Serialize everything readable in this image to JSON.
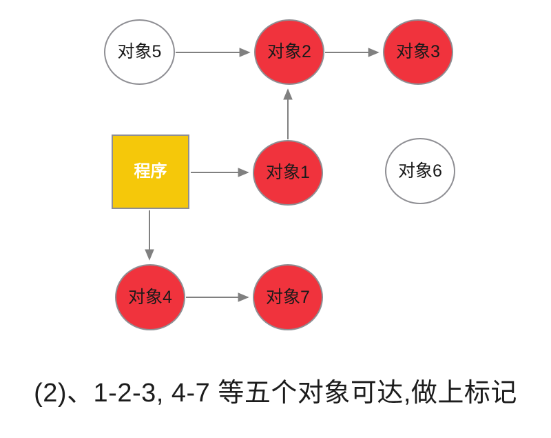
{
  "diagram": {
    "nodes": {
      "obj5": {
        "label": "对象5",
        "state": "unmarked"
      },
      "obj2": {
        "label": "对象2",
        "state": "marked"
      },
      "obj3": {
        "label": "对象3",
        "state": "marked"
      },
      "program": {
        "label": "程序",
        "state": "root"
      },
      "obj1": {
        "label": "对象1",
        "state": "marked"
      },
      "obj6": {
        "label": "对象6",
        "state": "unmarked"
      },
      "obj4": {
        "label": "对象4",
        "state": "marked"
      },
      "obj7": {
        "label": "对象7",
        "state": "marked"
      }
    },
    "edges": [
      {
        "from": "对象5",
        "to": "对象2"
      },
      {
        "from": "对象2",
        "to": "对象3"
      },
      {
        "from": "对象1",
        "to": "对象2"
      },
      {
        "from": "程序",
        "to": "对象1"
      },
      {
        "from": "程序",
        "to": "对象4"
      },
      {
        "from": "对象4",
        "to": "对象7"
      }
    ],
    "colors": {
      "marked_fill": "#f0333d",
      "unmarked_fill": "#ffffff",
      "program_fill": "#f5c80a",
      "node_border": "#8e8e93",
      "arrow": "#808080",
      "label_text": "#1a1a1a",
      "program_text": "#ffffff",
      "caption_text": "#1c1c1c"
    },
    "caption": "(2)、1-2-3, 4-7 等五个对象可达,做上标记"
  }
}
